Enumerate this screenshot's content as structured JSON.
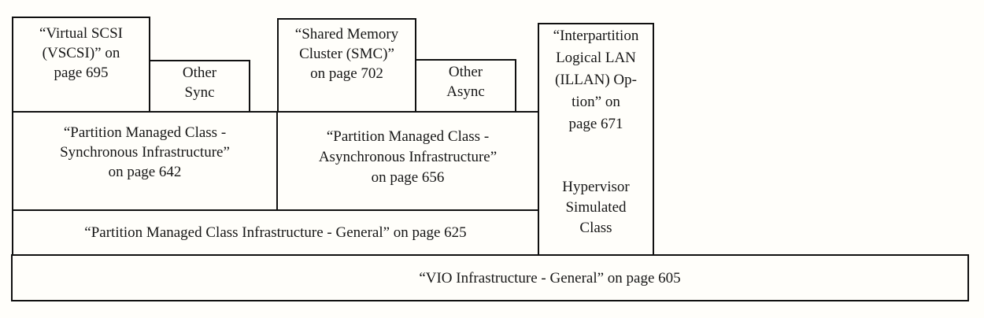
{
  "diagram": {
    "description": "VIO infrastructure layered block diagram",
    "colors": {
      "border": "#101010",
      "text": "#161616",
      "background": "#fffefa"
    },
    "boxes": {
      "vscsi": {
        "lines": [
          "“Virtual SCSI",
          "(VSCSI)” on",
          "page 695"
        ]
      },
      "other_sync": {
        "lines": [
          "Other",
          "Sync"
        ]
      },
      "smc": {
        "lines": [
          "“Shared Memory",
          "Cluster (SMC)”",
          "on page 702"
        ]
      },
      "other_async": {
        "lines": [
          "Other",
          "Async"
        ]
      },
      "illan": {
        "lines": [
          "“Interpartition",
          "Logical LAN",
          "(ILLAN) Op-",
          "tion” on",
          "page 671"
        ]
      },
      "hypervisor_simulated": {
        "lines": [
          "Hypervisor",
          "Simulated",
          "Class"
        ]
      },
      "sync_infra": {
        "lines": [
          "“Partition Managed Class -",
          "Synchronous Infrastructure”",
          "on page 642"
        ]
      },
      "async_infra": {
        "lines": [
          "“Partition Managed Class -",
          "Asynchronous Infrastructure”",
          "on page 656"
        ]
      },
      "pmc_general": {
        "text": "“Partition Managed Class Infrastructure - General” on page 625"
      },
      "vio_general": {
        "text": "“VIO Infrastructure - General” on page 605"
      }
    }
  }
}
